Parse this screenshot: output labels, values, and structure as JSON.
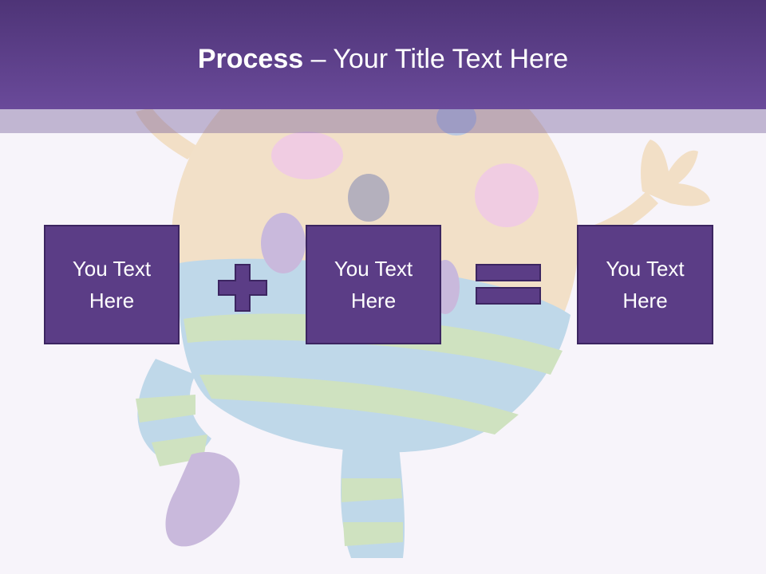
{
  "title": {
    "bold": "Process",
    "dash": " – ",
    "rest": "Your Title Text Here"
  },
  "boxes": [
    {
      "label": "You Text Here"
    },
    {
      "label": "You Text Here"
    },
    {
      "label": "You Text Here"
    }
  ],
  "operators": [
    "plus",
    "equals"
  ],
  "colors": {
    "title_bar": "#5e4089",
    "box_fill": "#5b3d86",
    "box_border": "#3c2561",
    "operator": "#5b3d86",
    "text": "#ffffff"
  },
  "background_image": "humpty-dumpty-painting"
}
